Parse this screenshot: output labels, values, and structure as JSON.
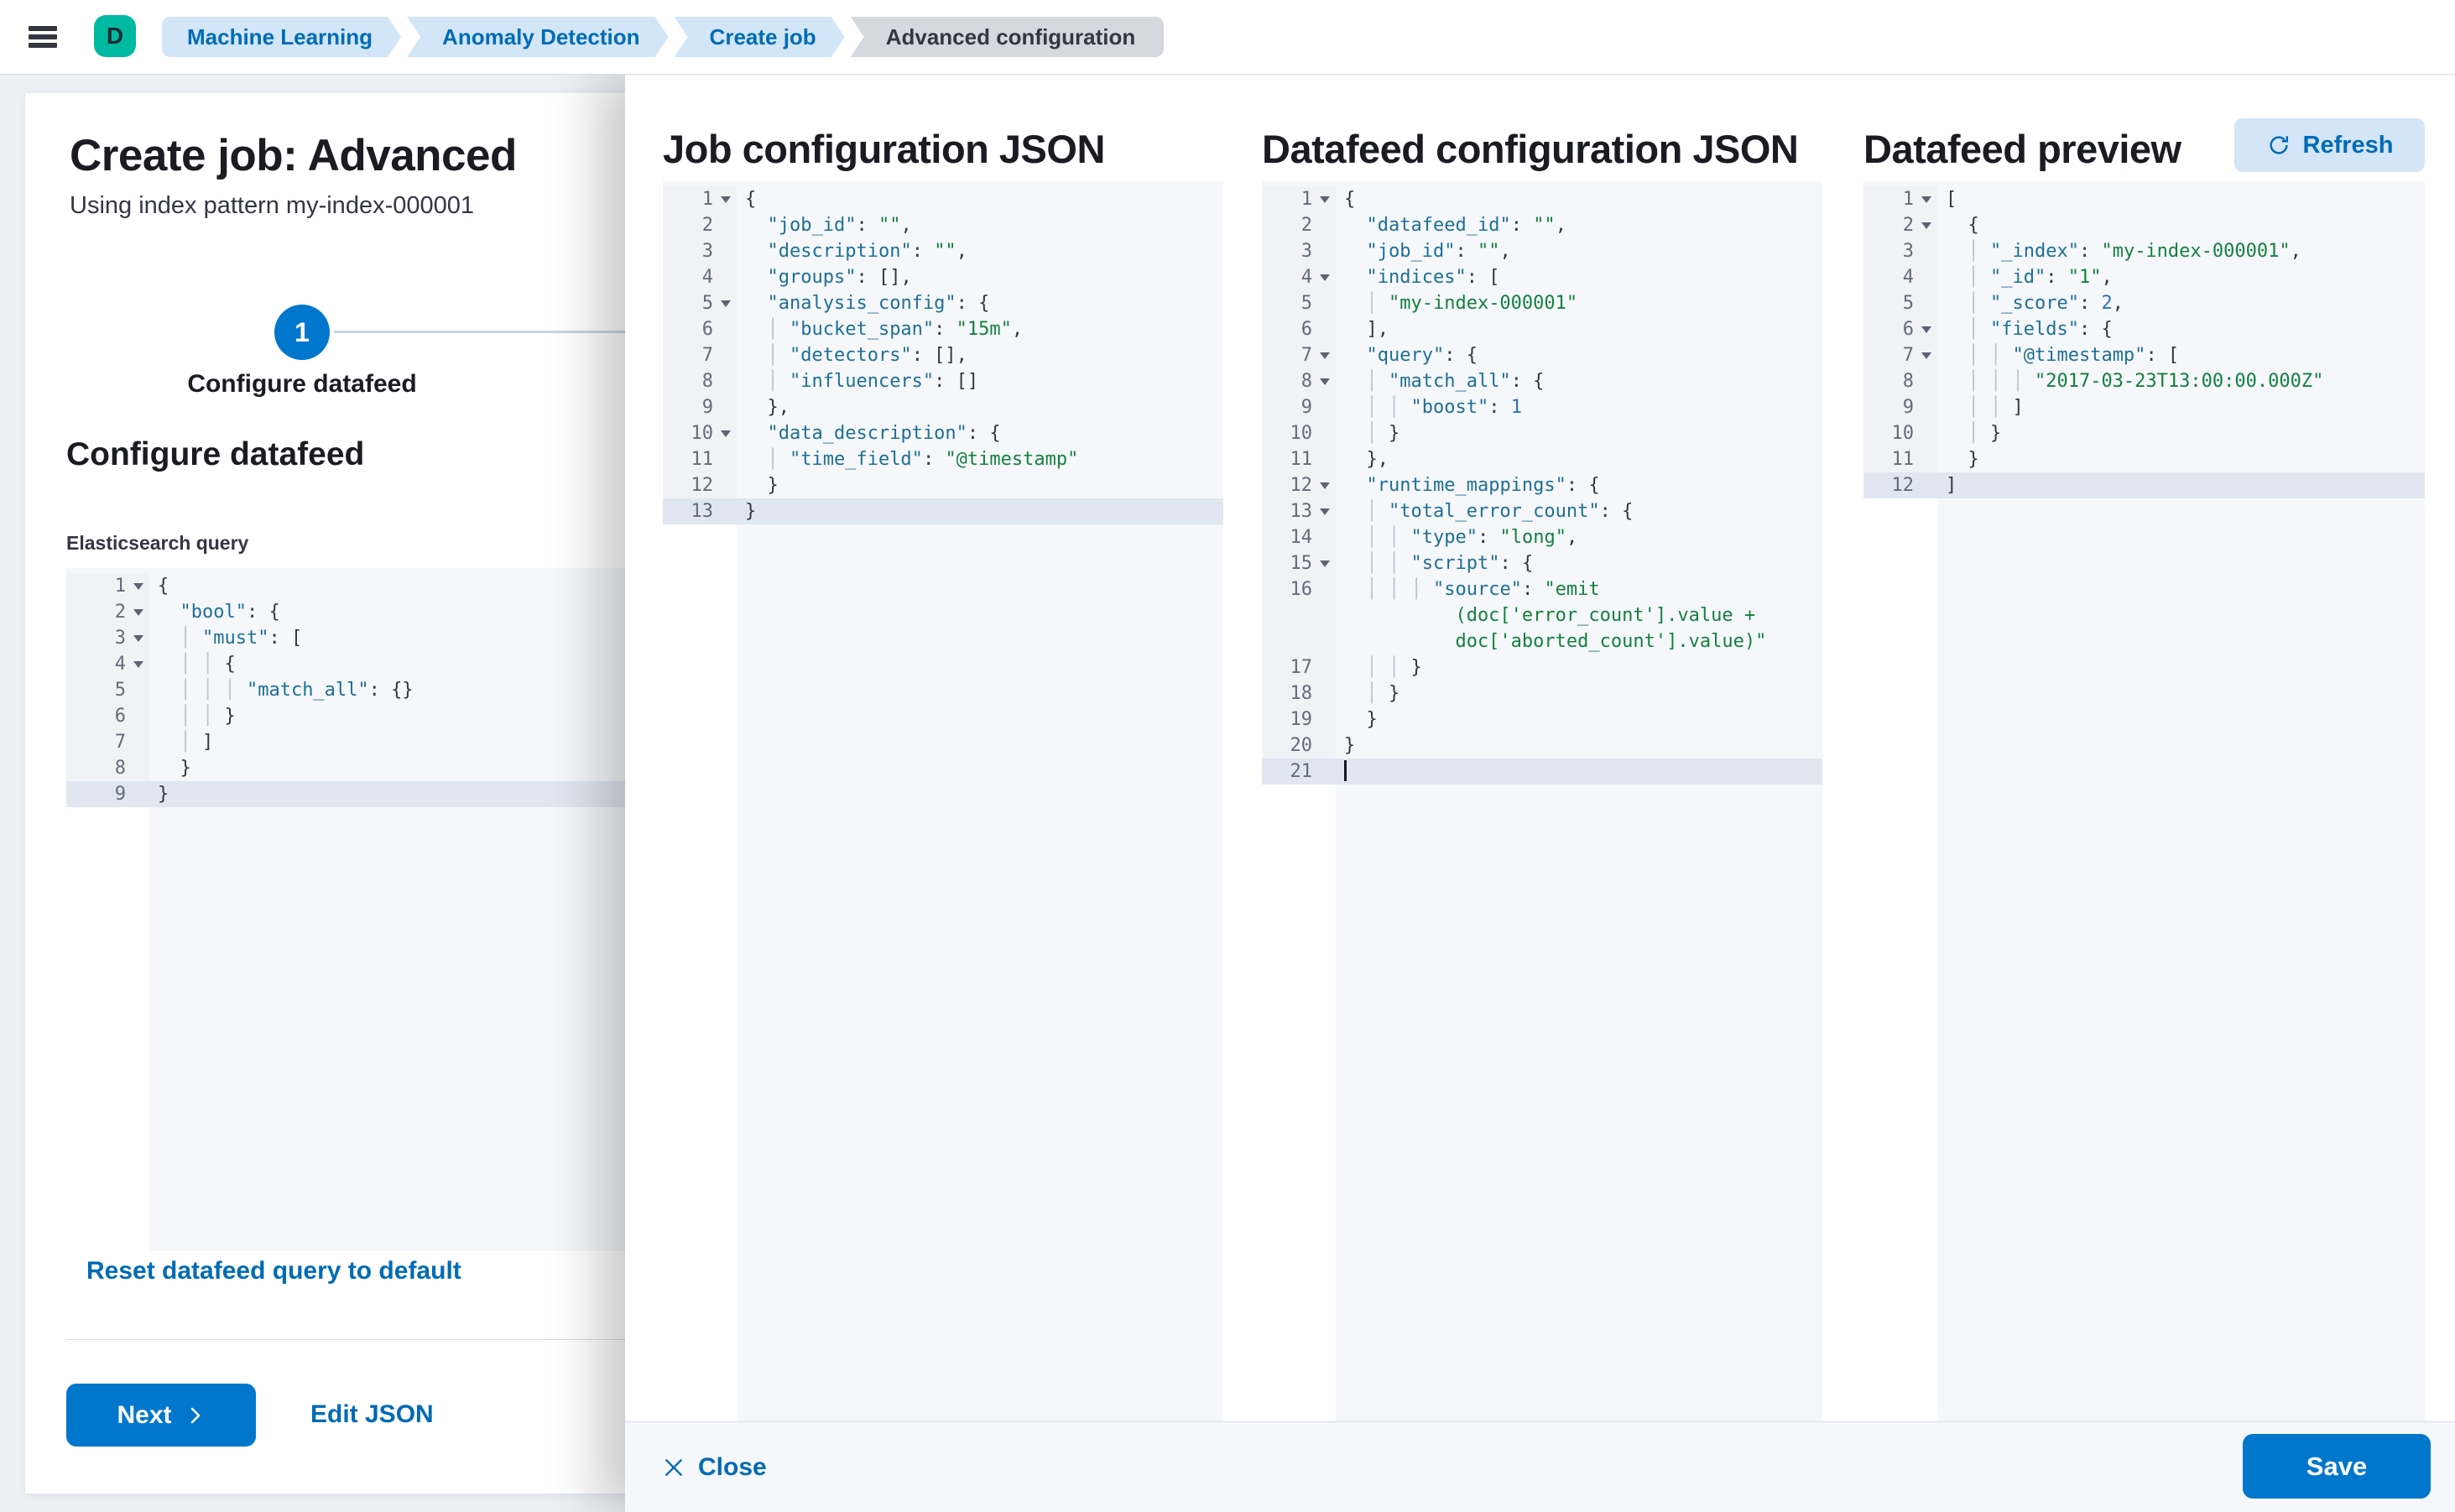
{
  "topbar": {
    "avatar_initial": "D",
    "breadcrumbs": [
      {
        "label": "Machine Learning"
      },
      {
        "label": "Anomaly Detection"
      },
      {
        "label": "Create job"
      },
      {
        "label": "Advanced configuration"
      }
    ]
  },
  "wizard": {
    "title": "Create job: Advanced",
    "subtitle": "Using index pattern my-index-000001",
    "step_number": "1",
    "step_label": "Configure datafeed",
    "section_heading": "Configure datafeed",
    "query_label": "Elasticsearch query",
    "reset_link": "Reset datafeed query to default",
    "next_label": "Next",
    "edit_json_label": "Edit JSON"
  },
  "flyout": {
    "job_json_title": "Job configuration JSON",
    "datafeed_json_title": "Datafeed configuration JSON",
    "preview_title": "Datafeed preview",
    "refresh_label": "Refresh",
    "close_label": "Close",
    "save_label": "Save"
  },
  "colors": {
    "primary_button": "#0077cc",
    "link": "#006bb4",
    "accent_avatar": "#00b9a1",
    "editor_key": "#1e6f96",
    "editor_string": "#148040",
    "editor_number": "#2a70ba"
  },
  "editors": {
    "es_query": {
      "active_line": 9,
      "lines": [
        {
          "n": 1,
          "fold": true,
          "tokens": [
            [
              "p",
              "{"
            ]
          ]
        },
        {
          "n": 2,
          "fold": true,
          "tokens": [
            [
              "p",
              "  "
            ],
            [
              "k",
              "\"bool\""
            ],
            [
              "p",
              ": {"
            ]
          ]
        },
        {
          "n": 3,
          "fold": true,
          "tokens": [
            [
              "g",
              "  │ "
            ],
            [
              "k",
              "\"must\""
            ],
            [
              "p",
              ": ["
            ]
          ]
        },
        {
          "n": 4,
          "fold": true,
          "tokens": [
            [
              "g",
              "  │ │ "
            ],
            [
              "p",
              "{"
            ]
          ]
        },
        {
          "n": 5,
          "tokens": [
            [
              "g",
              "  │ │ │ "
            ],
            [
              "k",
              "\"match_all\""
            ],
            [
              "p",
              ": {}"
            ]
          ]
        },
        {
          "n": 6,
          "tokens": [
            [
              "g",
              "  │ │ "
            ],
            [
              "p",
              "}"
            ]
          ]
        },
        {
          "n": 7,
          "tokens": [
            [
              "g",
              "  │ "
            ],
            [
              "p",
              "]"
            ]
          ]
        },
        {
          "n": 8,
          "tokens": [
            [
              "p",
              "  }"
            ]
          ]
        },
        {
          "n": 9,
          "tokens": [
            [
              "p",
              "}"
            ]
          ]
        }
      ]
    },
    "job_config": {
      "active_line": 13,
      "lines": [
        {
          "n": 1,
          "fold": true,
          "tokens": [
            [
              "p",
              "{"
            ]
          ]
        },
        {
          "n": 2,
          "tokens": [
            [
              "p",
              "  "
            ],
            [
              "k",
              "\"job_id\""
            ],
            [
              "p",
              ": "
            ],
            [
              "s",
              "\"\""
            ],
            [
              "p",
              ","
            ]
          ]
        },
        {
          "n": 3,
          "tokens": [
            [
              "p",
              "  "
            ],
            [
              "k",
              "\"description\""
            ],
            [
              "p",
              ": "
            ],
            [
              "s",
              "\"\""
            ],
            [
              "p",
              ","
            ]
          ]
        },
        {
          "n": 4,
          "tokens": [
            [
              "p",
              "  "
            ],
            [
              "k",
              "\"groups\""
            ],
            [
              "p",
              ": [],"
            ]
          ]
        },
        {
          "n": 5,
          "fold": true,
          "tokens": [
            [
              "p",
              "  "
            ],
            [
              "k",
              "\"analysis_config\""
            ],
            [
              "p",
              ": {"
            ]
          ]
        },
        {
          "n": 6,
          "tokens": [
            [
              "g",
              "  │ "
            ],
            [
              "k",
              "\"bucket_span\""
            ],
            [
              "p",
              ": "
            ],
            [
              "s",
              "\"15m\""
            ],
            [
              "p",
              ","
            ]
          ]
        },
        {
          "n": 7,
          "tokens": [
            [
              "g",
              "  │ "
            ],
            [
              "k",
              "\"detectors\""
            ],
            [
              "p",
              ": [],"
            ]
          ]
        },
        {
          "n": 8,
          "tokens": [
            [
              "g",
              "  │ "
            ],
            [
              "k",
              "\"influencers\""
            ],
            [
              "p",
              ": []"
            ]
          ]
        },
        {
          "n": 9,
          "tokens": [
            [
              "p",
              "  },"
            ]
          ]
        },
        {
          "n": 10,
          "fold": true,
          "tokens": [
            [
              "p",
              "  "
            ],
            [
              "k",
              "\"data_description\""
            ],
            [
              "p",
              ": {"
            ]
          ]
        },
        {
          "n": 11,
          "tokens": [
            [
              "g",
              "  │ "
            ],
            [
              "k",
              "\"time_field\""
            ],
            [
              "p",
              ": "
            ],
            [
              "s",
              "\"@timestamp\""
            ]
          ]
        },
        {
          "n": 12,
          "tokens": [
            [
              "p",
              "  }"
            ]
          ]
        },
        {
          "n": 13,
          "tokens": [
            [
              "p",
              "}"
            ]
          ]
        }
      ]
    },
    "datafeed_config": {
      "active_line": 21,
      "lines": [
        {
          "n": 1,
          "fold": true,
          "tokens": [
            [
              "p",
              "{"
            ]
          ]
        },
        {
          "n": 2,
          "tokens": [
            [
              "p",
              "  "
            ],
            [
              "k",
              "\"datafeed_id\""
            ],
            [
              "p",
              ": "
            ],
            [
              "s",
              "\"\""
            ],
            [
              "p",
              ","
            ]
          ]
        },
        {
          "n": 3,
          "tokens": [
            [
              "p",
              "  "
            ],
            [
              "k",
              "\"job_id\""
            ],
            [
              "p",
              ": "
            ],
            [
              "s",
              "\"\""
            ],
            [
              "p",
              ","
            ]
          ]
        },
        {
          "n": 4,
          "fold": true,
          "tokens": [
            [
              "p",
              "  "
            ],
            [
              "k",
              "\"indices\""
            ],
            [
              "p",
              ": ["
            ]
          ]
        },
        {
          "n": 5,
          "tokens": [
            [
              "g",
              "  │ "
            ],
            [
              "s",
              "\"my-index-000001\""
            ]
          ]
        },
        {
          "n": 6,
          "tokens": [
            [
              "p",
              "  ],"
            ]
          ]
        },
        {
          "n": 7,
          "fold": true,
          "tokens": [
            [
              "p",
              "  "
            ],
            [
              "k",
              "\"query\""
            ],
            [
              "p",
              ": {"
            ]
          ]
        },
        {
          "n": 8,
          "fold": true,
          "tokens": [
            [
              "g",
              "  │ "
            ],
            [
              "k",
              "\"match_all\""
            ],
            [
              "p",
              ": {"
            ]
          ]
        },
        {
          "n": 9,
          "tokens": [
            [
              "g",
              "  │ │ "
            ],
            [
              "k",
              "\"boost\""
            ],
            [
              "p",
              ": "
            ],
            [
              "n",
              "1"
            ]
          ]
        },
        {
          "n": 10,
          "tokens": [
            [
              "g",
              "  │ "
            ],
            [
              "p",
              "}"
            ]
          ]
        },
        {
          "n": 11,
          "tokens": [
            [
              "p",
              "  },"
            ]
          ]
        },
        {
          "n": 12,
          "fold": true,
          "tokens": [
            [
              "p",
              "  "
            ],
            [
              "k",
              "\"runtime_mappings\""
            ],
            [
              "p",
              ": {"
            ]
          ]
        },
        {
          "n": 13,
          "fold": true,
          "tokens": [
            [
              "g",
              "  │ "
            ],
            [
              "k",
              "\"total_error_count\""
            ],
            [
              "p",
              ": {"
            ]
          ]
        },
        {
          "n": 14,
          "tokens": [
            [
              "g",
              "  │ │ "
            ],
            [
              "k",
              "\"type\""
            ],
            [
              "p",
              ": "
            ],
            [
              "s",
              "\"long\""
            ],
            [
              "p",
              ","
            ]
          ]
        },
        {
          "n": 15,
          "fold": true,
          "tokens": [
            [
              "g",
              "  │ │ "
            ],
            [
              "k",
              "\"script\""
            ],
            [
              "p",
              ": {"
            ]
          ]
        },
        {
          "n": 16,
          "tokens": [
            [
              "g",
              "  │ │ │ "
            ],
            [
              "k",
              "\"source\""
            ],
            [
              "p",
              ": "
            ],
            [
              "s",
              "\"emit"
            ]
          ]
        },
        {
          "tokens": [
            [
              "s",
              "          (doc['error_count'].value +"
            ]
          ]
        },
        {
          "tokens": [
            [
              "s",
              "          doc['aborted_count'].value)\""
            ]
          ]
        },
        {
          "n": 17,
          "tokens": [
            [
              "g",
              "  │ │ "
            ],
            [
              "p",
              "}"
            ]
          ]
        },
        {
          "n": 18,
          "tokens": [
            [
              "g",
              "  │ "
            ],
            [
              "p",
              "}"
            ]
          ]
        },
        {
          "n": 19,
          "tokens": [
            [
              "p",
              "  }"
            ]
          ]
        },
        {
          "n": 20,
          "tokens": [
            [
              "p",
              "}"
            ]
          ]
        },
        {
          "n": 21,
          "cursor": true,
          "tokens": []
        }
      ]
    },
    "datafeed_preview": {
      "active_line": 12,
      "lines": [
        {
          "n": 1,
          "fold": true,
          "tokens": [
            [
              "p",
              "["
            ]
          ]
        },
        {
          "n": 2,
          "fold": true,
          "tokens": [
            [
              "p",
              "  {"
            ]
          ]
        },
        {
          "n": 3,
          "tokens": [
            [
              "g",
              "  │ "
            ],
            [
              "k",
              "\"_index\""
            ],
            [
              "p",
              ": "
            ],
            [
              "s",
              "\"my-index-000001\""
            ],
            [
              "p",
              ","
            ]
          ]
        },
        {
          "n": 4,
          "tokens": [
            [
              "g",
              "  │ "
            ],
            [
              "k",
              "\"_id\""
            ],
            [
              "p",
              ": "
            ],
            [
              "s",
              "\"1\""
            ],
            [
              "p",
              ","
            ]
          ]
        },
        {
          "n": 5,
          "tokens": [
            [
              "g",
              "  │ "
            ],
            [
              "k",
              "\"_score\""
            ],
            [
              "p",
              ": "
            ],
            [
              "n",
              "2"
            ],
            [
              "p",
              ","
            ]
          ]
        },
        {
          "n": 6,
          "fold": true,
          "tokens": [
            [
              "g",
              "  │ "
            ],
            [
              "k",
              "\"fields\""
            ],
            [
              "p",
              ": {"
            ]
          ]
        },
        {
          "n": 7,
          "fold": true,
          "tokens": [
            [
              "g",
              "  │ │ "
            ],
            [
              "k",
              "\"@timestamp\""
            ],
            [
              "p",
              ": ["
            ]
          ]
        },
        {
          "n": 8,
          "tokens": [
            [
              "g",
              "  │ │ │ "
            ],
            [
              "s",
              "\"2017-03-23T13:00:00.000Z\""
            ]
          ]
        },
        {
          "n": 9,
          "tokens": [
            [
              "g",
              "  │ │ "
            ],
            [
              "p",
              "]"
            ]
          ]
        },
        {
          "n": 10,
          "tokens": [
            [
              "g",
              "  │ "
            ],
            [
              "p",
              "}"
            ]
          ]
        },
        {
          "n": 11,
          "tokens": [
            [
              "p",
              "  }"
            ]
          ]
        },
        {
          "n": 12,
          "tokens": [
            [
              "p",
              "]"
            ]
          ]
        }
      ]
    }
  }
}
